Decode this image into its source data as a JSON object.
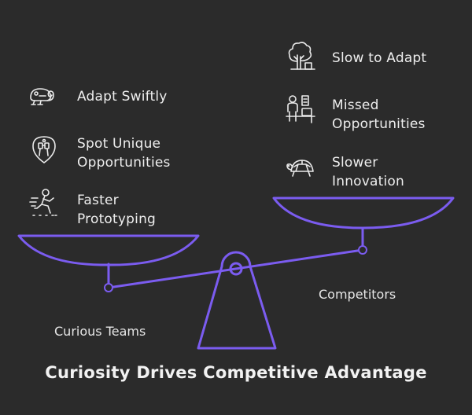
{
  "title": "Curiosity Drives Competitive Advantage",
  "left_side": {
    "label": "Curious Teams",
    "items": [
      {
        "text": "Adapt Swiftly",
        "icon": "chameleon-icon"
      },
      {
        "text": "Spot Unique Opportunities",
        "icon": "binoculars-person-icon"
      },
      {
        "text": "Faster Prototyping",
        "icon": "running-person-icon"
      }
    ]
  },
  "right_side": {
    "label": "Competitors",
    "items": [
      {
        "text": "Slow to Adapt",
        "icon": "tree-icon"
      },
      {
        "text": "Missed Opportunities",
        "icon": "person-at-desk-icon"
      },
      {
        "text": "Slower Innovation",
        "icon": "turtle-icon"
      }
    ]
  },
  "colors": {
    "background": "#2b2b2b",
    "accent": "#7b5cf0",
    "text": "#eeeeee"
  }
}
